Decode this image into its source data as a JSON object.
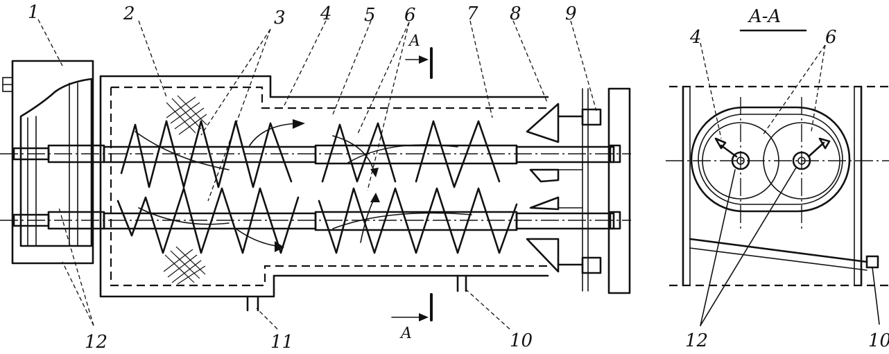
{
  "section_title": "A-A",
  "section_marker": "A",
  "main_view_labels": [
    "1",
    "2",
    "3",
    "4",
    "5",
    "6",
    "7",
    "8",
    "9",
    "12",
    "11",
    "10"
  ],
  "section_view_labels": [
    "4",
    "6",
    "12",
    "10"
  ]
}
